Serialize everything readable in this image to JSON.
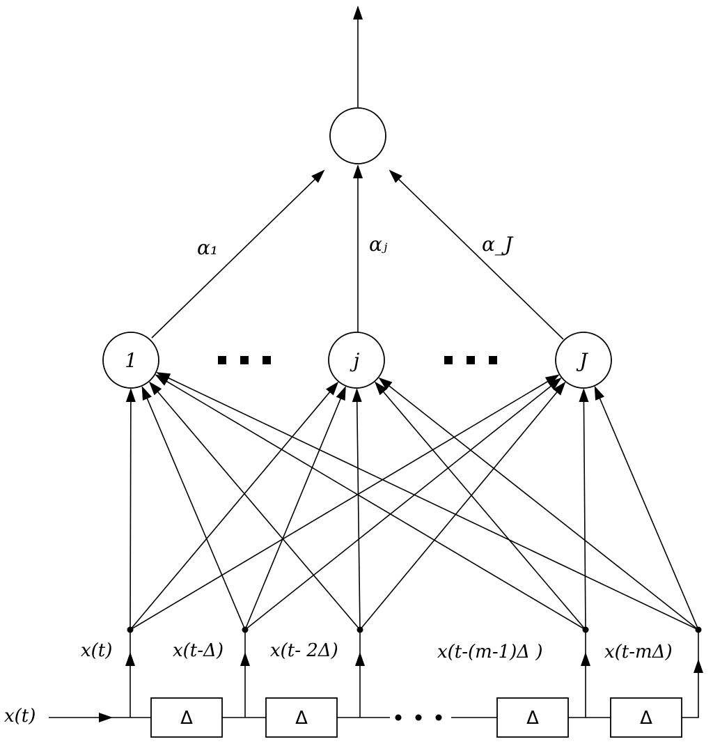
{
  "diagram": {
    "input_label": "x(t)",
    "delay_symbol": "Δ",
    "delay_count": 4,
    "tap_labels": [
      "x(t)",
      "x(t-Δ)",
      "x(t- 2Δ)",
      "x(t-(m-1)Δ )",
      "x(t-mΔ)"
    ],
    "hidden_labels": [
      "1",
      "j",
      "J"
    ],
    "output_label": "",
    "weight_labels": [
      "α₁",
      "αⱼ",
      "α_J"
    ],
    "ellipsis": "• • •"
  }
}
